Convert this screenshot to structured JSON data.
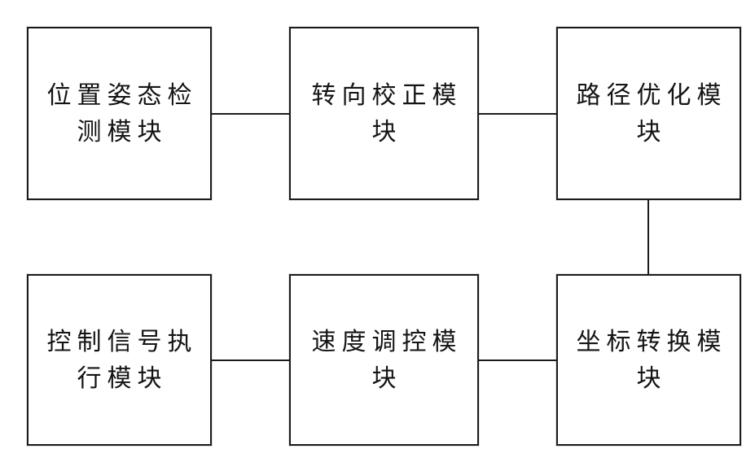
{
  "figure": {
    "type": "block-diagram",
    "background_color": "#ffffff",
    "line_color": "#1b1b1b",
    "modules": [
      {
        "id": "position-attitude-detection-module",
        "label": "位置姿态检测模块",
        "line1": "位置姿态检",
        "line2": "测模块",
        "row": "top",
        "col": 1
      },
      {
        "id": "steering-correction-module",
        "label": "转向校正模块",
        "line1": "转向校正模",
        "line2": "块",
        "row": "top",
        "col": 2
      },
      {
        "id": "path-optimization-module",
        "label": "路径优化模块",
        "line1": "路径优化模",
        "line2": "块",
        "row": "top",
        "col": 3
      },
      {
        "id": "control-signal-execution-module",
        "label": "控制信号执行模块",
        "line1": "控制信号执",
        "line2": "行模块",
        "row": "bottom",
        "col": 1
      },
      {
        "id": "speed-regulation-module",
        "label": "速度调控模块",
        "line1": "速度调控模",
        "line2": "块",
        "row": "bottom",
        "col": 2
      },
      {
        "id": "coordinate-transformation-module",
        "label": "坐标转换模块",
        "line1": "坐标转换模",
        "line2": "块",
        "row": "bottom",
        "col": 3
      }
    ],
    "connections": [
      {
        "from": "position-attitude-detection-module",
        "to": "steering-correction-module",
        "style": "horizontal-line"
      },
      {
        "from": "steering-correction-module",
        "to": "path-optimization-module",
        "style": "horizontal-line"
      },
      {
        "from": "path-optimization-module",
        "to": "coordinate-transformation-module",
        "style": "vertical-line"
      },
      {
        "from": "coordinate-transformation-module",
        "to": "speed-regulation-module",
        "style": "horizontal-line"
      },
      {
        "from": "speed-regulation-module",
        "to": "control-signal-execution-module",
        "style": "horizontal-line"
      }
    ]
  }
}
